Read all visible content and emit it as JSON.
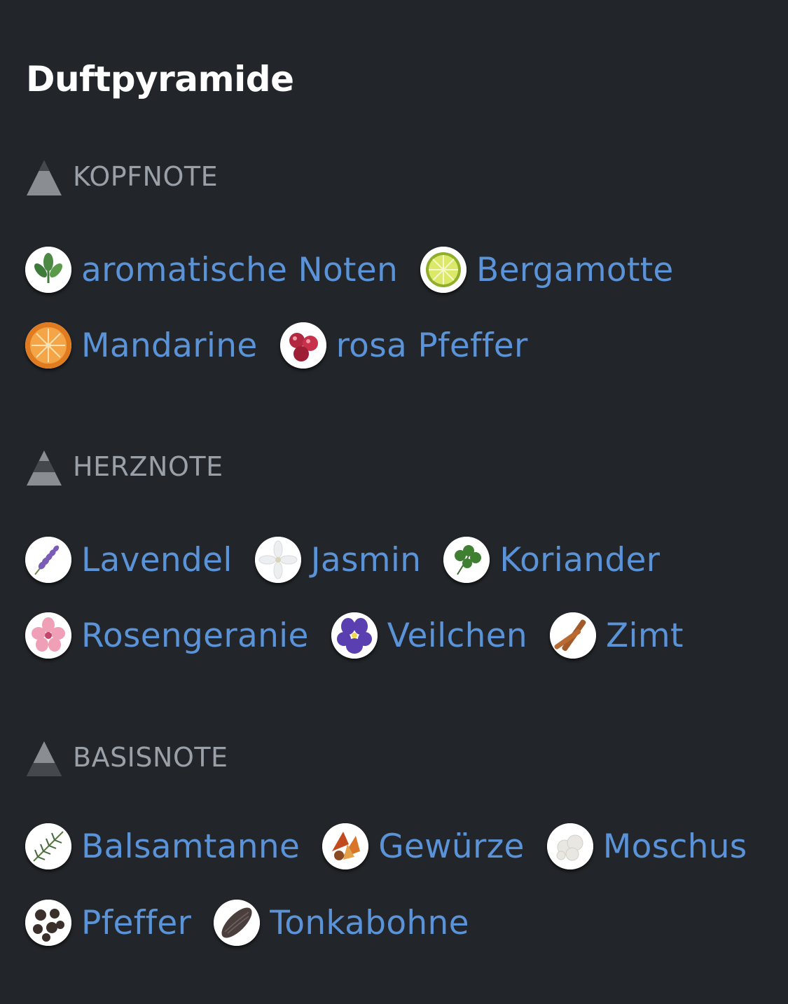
{
  "title": "Duftpyramide",
  "sections": [
    {
      "label": "KOPFNOTE",
      "icon": "pyramid-top-icon",
      "rows": [
        [
          {
            "label": "aromatische Noten",
            "icon": "herb-leaves-icon"
          },
          {
            "label": "Bergamotte",
            "icon": "bergamot-slice-icon"
          }
        ],
        [
          {
            "label": "Mandarine",
            "icon": "mandarin-slice-icon"
          },
          {
            "label": "rosa Pfeffer",
            "icon": "pink-pepper-icon"
          }
        ]
      ]
    },
    {
      "label": "HERZNOTE",
      "icon": "pyramid-middle-icon",
      "rows": [
        [
          {
            "label": "Lavendel",
            "icon": "lavender-icon"
          },
          {
            "label": "Jasmin",
            "icon": "jasmine-flower-icon"
          },
          {
            "label": "Koriander",
            "icon": "coriander-leaf-icon"
          }
        ],
        [
          {
            "label": "Rosengeranie",
            "icon": "rose-geranium-icon"
          },
          {
            "label": "Veilchen",
            "icon": "violet-flower-icon"
          },
          {
            "label": "Zimt",
            "icon": "cinnamon-sticks-icon"
          }
        ]
      ]
    },
    {
      "label": "BASISNOTE",
      "icon": "pyramid-base-icon",
      "rows": [
        [
          {
            "label": "Balsamtanne",
            "icon": "fir-branch-icon"
          },
          {
            "label": "Gewürze",
            "icon": "spices-icon"
          },
          {
            "label": "Moschus",
            "icon": "musk-crystals-icon"
          }
        ],
        [
          {
            "label": "Pfeffer",
            "icon": "peppercorns-icon"
          },
          {
            "label": "Tonkabohne",
            "icon": "tonka-bean-icon"
          }
        ]
      ]
    }
  ],
  "colors": {
    "background": "#222529",
    "title": "#ffffff",
    "section_label": "#9aa0a8",
    "note_link": "#5b93d8"
  }
}
